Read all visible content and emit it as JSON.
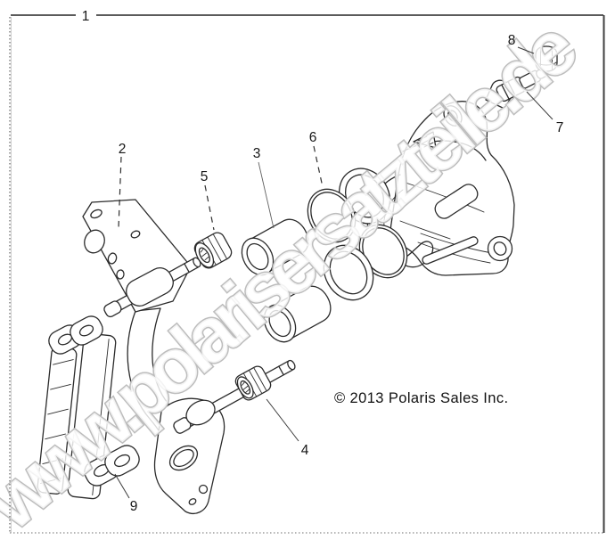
{
  "frame": {
    "assembly_label": "1"
  },
  "callouts": [
    {
      "label": "1"
    },
    {
      "label": "2"
    },
    {
      "label": "3"
    },
    {
      "label": "4"
    },
    {
      "label": "5"
    },
    {
      "label": "6"
    },
    {
      "label": "7"
    },
    {
      "label": "8"
    },
    {
      "label": "9"
    }
  ],
  "watermark": {
    "text": "www.polarisersatzteile.de"
  },
  "copyright": {
    "text": "© 2013 Polaris Sales Inc."
  },
  "colors": {
    "line_art": "#2b2b2b",
    "watermark_stroke": "#bdbdbd",
    "callout_text": "#161616",
    "border_solid": "#4a4a4a",
    "border_dotted": "#8a8a8a"
  }
}
